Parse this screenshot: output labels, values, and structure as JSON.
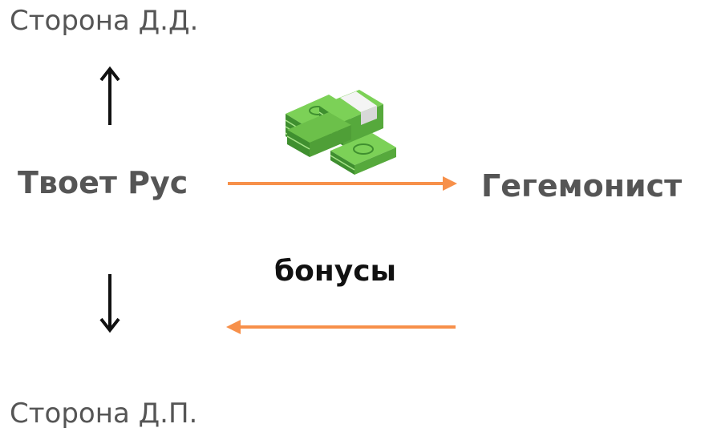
{
  "nodes": {
    "top_party": "Сторона Д.Д.",
    "source": "Твоет Рус",
    "target": "Гегемонист",
    "bottom_party": "Сторона Д.П."
  },
  "edges": {
    "return_label": "бонусы"
  },
  "colors": {
    "flow_arrow": "#f7904a",
    "vertical_arrow": "#111111",
    "money_dark": "#3f8f2f",
    "money_light": "#6cc04a",
    "money_band": "#f4f4f4"
  },
  "icons": {
    "money": "money-stack-icon"
  }
}
